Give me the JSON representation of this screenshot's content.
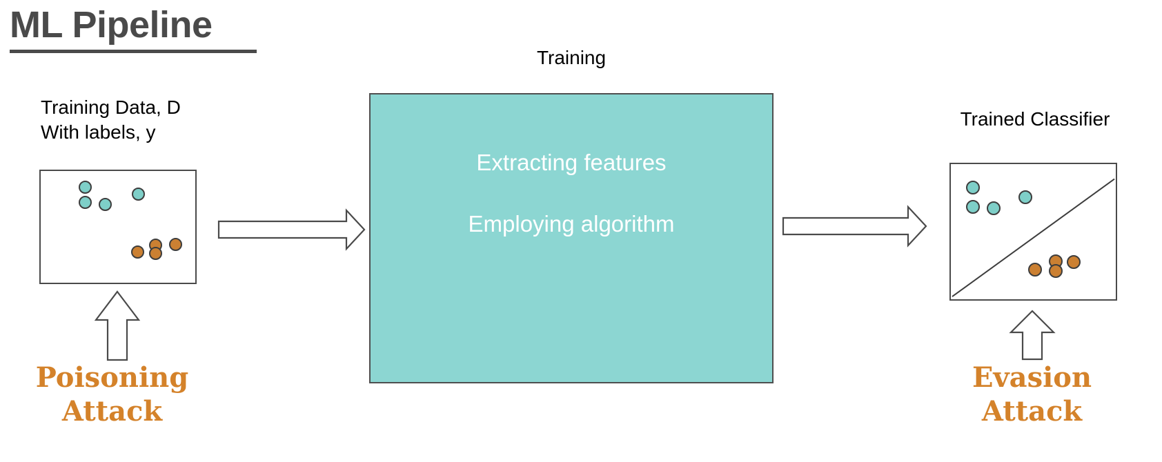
{
  "title": "ML Pipeline",
  "labels": {
    "training_data": "Training Data, D\nWith labels, y",
    "training": "Training",
    "trained_classifier": "Trained Classifier"
  },
  "training_box": {
    "line1": "Extracting features",
    "line2": "Employing algorithm",
    "fill_color": "#8cd6d2",
    "text_color": "#ffffff"
  },
  "attacks": {
    "poisoning": "Poisoning\nAttack",
    "evasion": "Evasion\nAttack",
    "color": "#d4822a"
  },
  "colors": {
    "class_a": "#7ecfc8",
    "class_b": "#cb8032",
    "outline": "#4a4a4a",
    "title": "#4a4a4a",
    "background": "#ffffff"
  },
  "chart_data": {
    "type": "scatter",
    "title": "ML Pipeline",
    "panels": [
      {
        "name": "training-data",
        "caption": "Training Data, D With labels, y",
        "xlim": [
          0,
          100
        ],
        "ylim": [
          0,
          100
        ],
        "grid": false,
        "legend": "none",
        "series": [
          {
            "name": "class_a",
            "color": "#7ecfc8",
            "points": [
              [
                28,
                88
              ],
              [
                28,
                75
              ],
              [
                41,
                73
              ],
              [
                62,
                82
              ]
            ]
          },
          {
            "name": "class_b",
            "color": "#cb8032",
            "points": [
              [
                61,
                28
              ],
              [
                73,
                29
              ],
              [
                73,
                19
              ],
              [
                87,
                30
              ]
            ]
          }
        ]
      },
      {
        "name": "trained-classifier",
        "caption": "Trained Classifier",
        "xlim": [
          0,
          100
        ],
        "ylim": [
          0,
          100
        ],
        "grid": false,
        "legend": "none",
        "series": [
          {
            "name": "class_a",
            "color": "#7ecfc8",
            "points": [
              [
                11,
                83
              ],
              [
                10,
                68
              ],
              [
                24,
                67
              ],
              [
                40,
                76
              ]
            ]
          },
          {
            "name": "class_b",
            "color": "#cb8032",
            "points": [
              [
                48,
                23
              ],
              [
                60,
                31
              ],
              [
                60,
                22
              ],
              [
                72,
                29
              ]
            ]
          }
        ],
        "annotations": [
          {
            "type": "line",
            "name": "decision-boundary",
            "from": [
              0,
              0
            ],
            "to": [
              100,
              89
            ]
          }
        ]
      }
    ],
    "flow": [
      "Training Data, D With labels, y",
      "Training",
      "Trained Classifier"
    ],
    "threats": [
      {
        "target": "training-data",
        "label": "Poisoning Attack"
      },
      {
        "target": "trained-classifier",
        "label": "Evasion Attack"
      }
    ]
  }
}
